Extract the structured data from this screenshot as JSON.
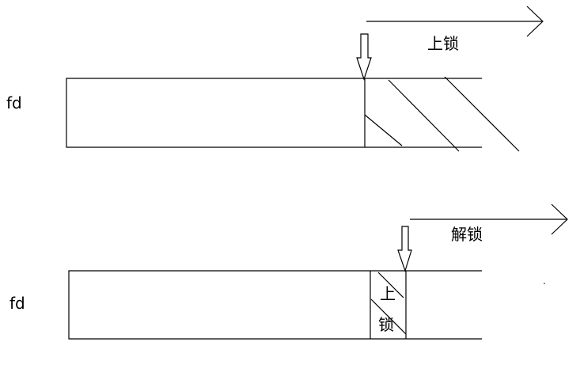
{
  "top": {
    "fd_label": "fd",
    "arrow_label": "上锁"
  },
  "bottom": {
    "fd_label": "fd",
    "arrow_label": "解锁",
    "locked_char_1": "上",
    "locked_char_2": "锁"
  }
}
